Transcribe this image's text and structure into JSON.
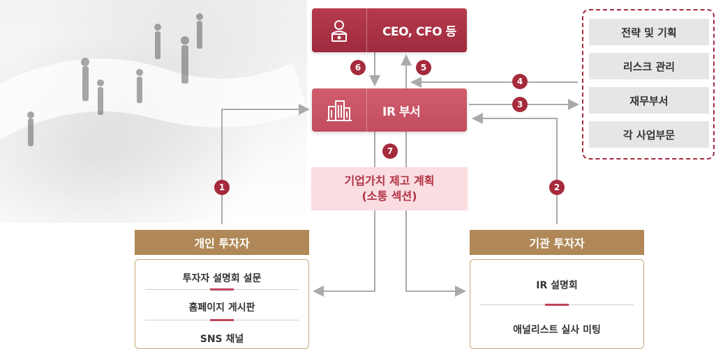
{
  "ceo_box": {
    "label": "CEO, CFO 등",
    "icon": "person-laptop-icon"
  },
  "ir_box": {
    "label": "IR 부서",
    "icon": "building-icon"
  },
  "plan_box": {
    "line1": "기업가치 제고 계획",
    "line2": "(소통 섹션)"
  },
  "departments": [
    "전략 및 기획",
    "리스크 관리",
    "재무부서",
    "각 사업부문"
  ],
  "individual": {
    "header": "개인 투자자",
    "items": [
      "투자자 설명회 설문",
      "홈페이지 게시판",
      "SNS 채널"
    ]
  },
  "institutional": {
    "header": "기관 투자자",
    "items": [
      "IR 설명회",
      "애널리스트 실사 미팅"
    ]
  },
  "steps": [
    "1",
    "2",
    "3",
    "4",
    "5",
    "6",
    "7"
  ],
  "colors": {
    "dark_red": "#a52a3c",
    "gold": "#b08857",
    "pink": "#f9dde1",
    "gray": "#e6e6e6"
  }
}
